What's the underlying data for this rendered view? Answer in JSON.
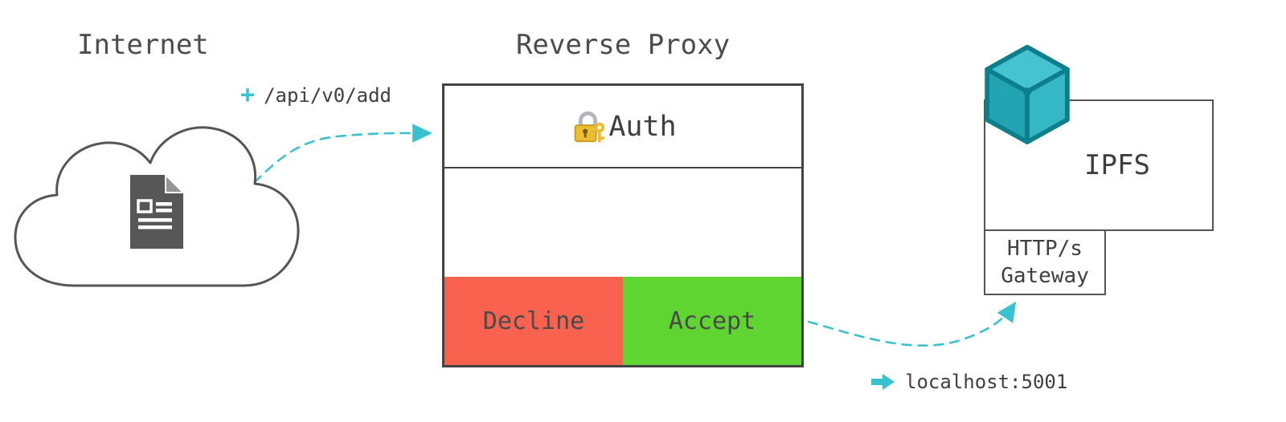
{
  "colors": {
    "accent_teal": "#38c2cf",
    "decline_red": "#fa6250",
    "accept_green": "#5fd531",
    "text_gray": "#4c4c4c",
    "line_gray": "#555555"
  },
  "internet": {
    "label": "Internet"
  },
  "request": {
    "plus_glyph": "+",
    "path": "/api/v0/add"
  },
  "reverse_proxy": {
    "title": "Reverse Proxy",
    "auth_label": "Auth",
    "decline_label": "Decline",
    "accept_label": "Accept"
  },
  "ipfs": {
    "label": "IPFS",
    "gateway_line1": "HTTP/s",
    "gateway_line2": "Gateway"
  },
  "endpoint": {
    "text": "localhost:5001"
  },
  "icons": {
    "cloud_icon": "cloud-outline-shape",
    "document_icon": "text-document",
    "lock_icon": "padlock-with-key",
    "cube_icon": "ipfs-3d-cube",
    "plus_icon": "+",
    "arrow_right_icon": "➡"
  }
}
